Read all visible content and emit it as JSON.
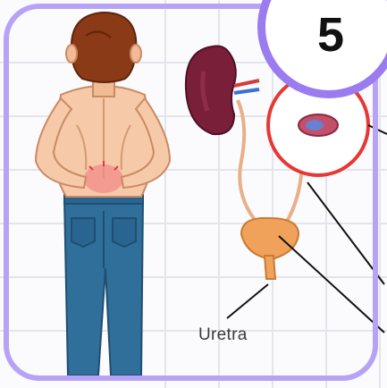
{
  "badge": {
    "number": "5"
  },
  "labels": {
    "urethra": "Uretra"
  },
  "colors": {
    "badge_ring": "#9b7bf0",
    "card_border": "#b7a3f5",
    "kidney": "#7a1f3a",
    "bladder": "#f0a25a",
    "jeans": "#2f6f9a",
    "hair": "#8a3a17",
    "highlight_circle": "#e53935"
  },
  "icons": [
    "kidney-illustration",
    "bladder-illustration",
    "person-back-pain-illustration"
  ]
}
